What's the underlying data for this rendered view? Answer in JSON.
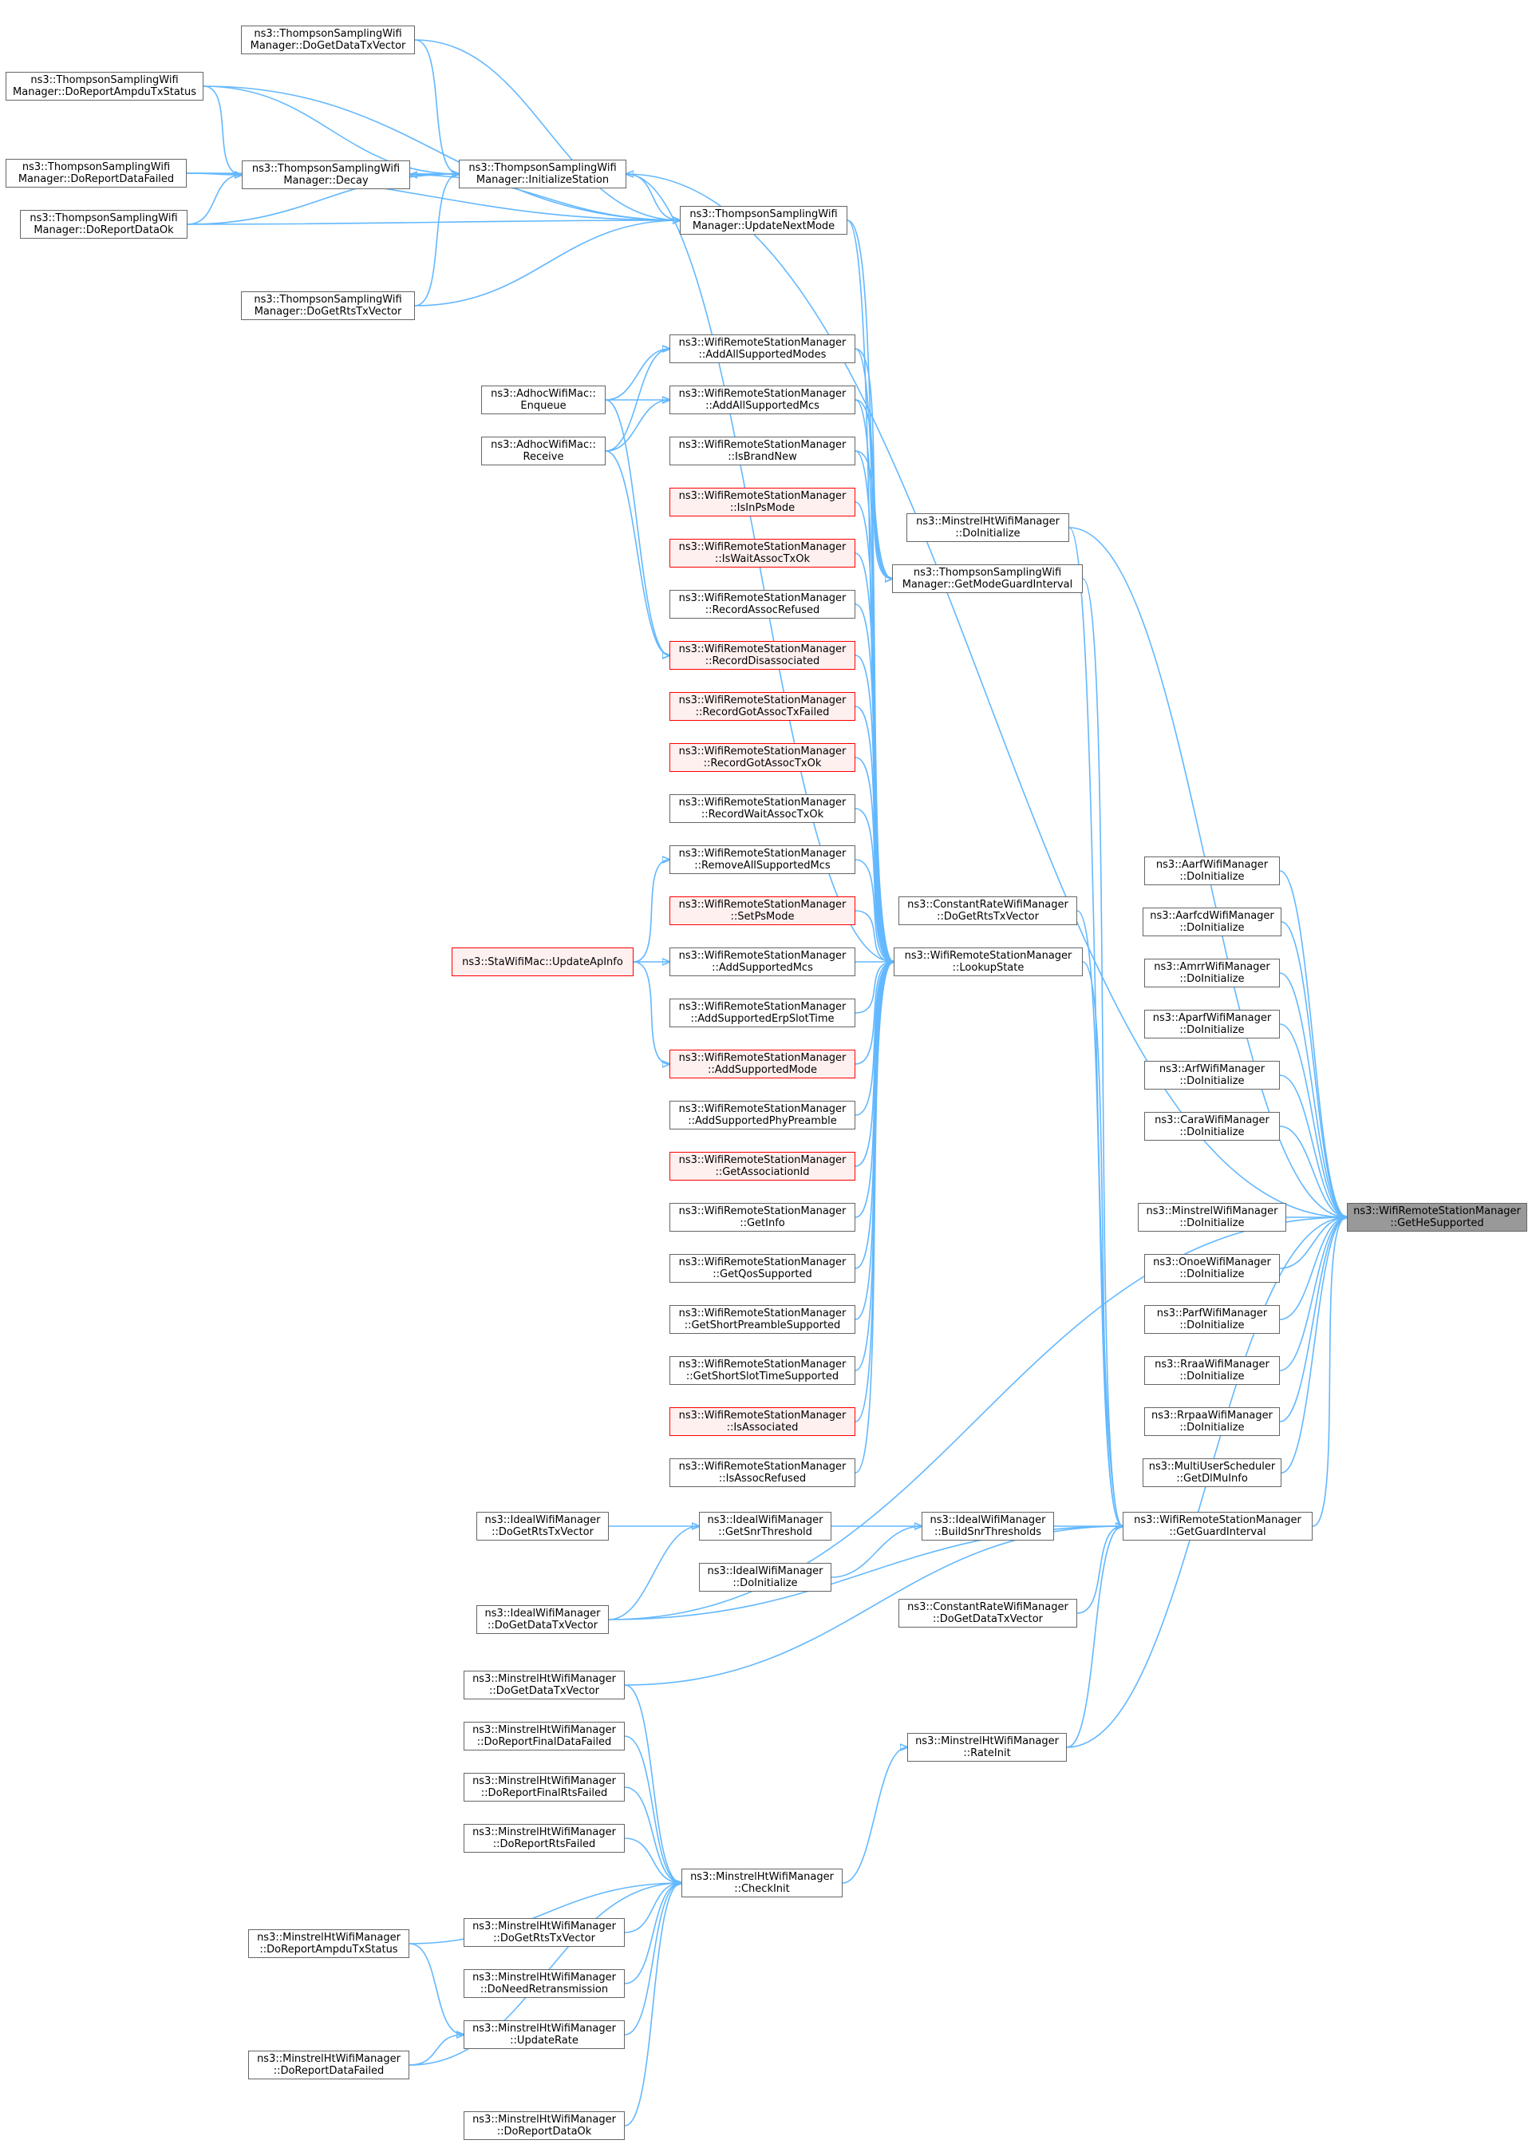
{
  "colors": {
    "edge": "#63b8ff",
    "node_border": "#666666",
    "highlight_border": "#ff0000",
    "highlight_fill": "#fff0f0",
    "root_fill": "#999999"
  },
  "nodes": [
    {
      "id": "tsDoGetDataTx",
      "l1": "ns3::ThompsonSamplingWifi",
      "l2": "Manager::DoGetDataTxVector",
      "style": "normal"
    },
    {
      "id": "tsAmpdu",
      "l1": "ns3::ThompsonSamplingWifi",
      "l2": "Manager::DoReportAmpduTxStatus",
      "style": "normal"
    },
    {
      "id": "tsDataFailed",
      "l1": "ns3::ThompsonSamplingWifi",
      "l2": "Manager::DoReportDataFailed",
      "style": "normal"
    },
    {
      "id": "tsDecay",
      "l1": "ns3::ThompsonSamplingWifi",
      "l2": "Manager::Decay",
      "style": "normal"
    },
    {
      "id": "tsInit",
      "l1": "ns3::ThompsonSamplingWifi",
      "l2": "Manager::InitializeStation",
      "style": "normal"
    },
    {
      "id": "tsDataOk",
      "l1": "ns3::ThompsonSamplingWifi",
      "l2": "Manager::DoReportDataOk",
      "style": "normal"
    },
    {
      "id": "tsUpdate",
      "l1": "ns3::ThompsonSamplingWifi",
      "l2": "Manager::UpdateNextMode",
      "style": "normal"
    },
    {
      "id": "tsRts",
      "l1": "ns3::ThompsonSamplingWifi",
      "l2": "Manager::DoGetRtsTxVector",
      "style": "normal"
    },
    {
      "id": "adEnqueue",
      "l1": "ns3::AdhocWifiMac::",
      "l2": "Enqueue",
      "style": "normal"
    },
    {
      "id": "adReceive",
      "l1": "ns3::AdhocWifiMac::",
      "l2": "Receive",
      "style": "normal"
    },
    {
      "id": "addAllModes",
      "l1": "ns3::WifiRemoteStationManager",
      "l2": "::AddAllSupportedModes",
      "style": "normal"
    },
    {
      "id": "addAllMcs",
      "l1": "ns3::WifiRemoteStationManager",
      "l2": "::AddAllSupportedMcs",
      "style": "normal"
    },
    {
      "id": "isBrandNew",
      "l1": "ns3::WifiRemoteStationManager",
      "l2": "::IsBrandNew",
      "style": "normal"
    },
    {
      "id": "isInPs",
      "l1": "ns3::WifiRemoteStationManager",
      "l2": "::IsInPsMode",
      "style": "red"
    },
    {
      "id": "isWait",
      "l1": "ns3::WifiRemoteStationManager",
      "l2": "::IsWaitAssocTxOk",
      "style": "red"
    },
    {
      "id": "recRefused",
      "l1": "ns3::WifiRemoteStationManager",
      "l2": "::RecordAssocRefused",
      "style": "normal"
    },
    {
      "id": "recDisassoc",
      "l1": "ns3::WifiRemoteStationManager",
      "l2": "::RecordDisassociated",
      "style": "red"
    },
    {
      "id": "recFailed",
      "l1": "ns3::WifiRemoteStationManager",
      "l2": "::RecordGotAssocTxFailed",
      "style": "red"
    },
    {
      "id": "recOk",
      "l1": "ns3::WifiRemoteStationManager",
      "l2": "::RecordGotAssocTxOk",
      "style": "red"
    },
    {
      "id": "recWait",
      "l1": "ns3::WifiRemoteStationManager",
      "l2": "::RecordWaitAssocTxOk",
      "style": "normal"
    },
    {
      "id": "removeAll",
      "l1": "ns3::WifiRemoteStationManager",
      "l2": "::RemoveAllSupportedMcs",
      "style": "normal"
    },
    {
      "id": "setPs",
      "l1": "ns3::WifiRemoteStationManager",
      "l2": "::SetPsMode",
      "style": "red"
    },
    {
      "id": "addMcs",
      "l1": "ns3::WifiRemoteStationManager",
      "l2": "::AddSupportedMcs",
      "style": "normal"
    },
    {
      "id": "addErp",
      "l1": "ns3::WifiRemoteStationManager",
      "l2": "::AddSupportedErpSlotTime",
      "style": "normal"
    },
    {
      "id": "addMode",
      "l1": "ns3::WifiRemoteStationManager",
      "l2": "::AddSupportedMode",
      "style": "red"
    },
    {
      "id": "addPhy",
      "l1": "ns3::WifiRemoteStationManager",
      "l2": "::AddSupportedPhyPreamble",
      "style": "normal"
    },
    {
      "id": "getAssocId",
      "l1": "ns3::WifiRemoteStationManager",
      "l2": "::GetAssociationId",
      "style": "red"
    },
    {
      "id": "getInfo",
      "l1": "ns3::WifiRemoteStationManager",
      "l2": "::GetInfo",
      "style": "normal"
    },
    {
      "id": "getQos",
      "l1": "ns3::WifiRemoteStationManager",
      "l2": "::GetQosSupported",
      "style": "normal"
    },
    {
      "id": "getShortPre",
      "l1": "ns3::WifiRemoteStationManager",
      "l2": "::GetShortPreambleSupported",
      "style": "normal"
    },
    {
      "id": "getShortSlot",
      "l1": "ns3::WifiRemoteStationManager",
      "l2": "::GetShortSlotTimeSupported",
      "style": "normal"
    },
    {
      "id": "isAssoc",
      "l1": "ns3::WifiRemoteStationManager",
      "l2": "::IsAssociated",
      "style": "red"
    },
    {
      "id": "isAssocRef",
      "l1": "ns3::WifiRemoteStationManager",
      "l2": "::IsAssocRefused",
      "style": "normal"
    },
    {
      "id": "staUpdate",
      "l1": "ns3::StaWifiMac::UpdateApInfo",
      "l2": "",
      "style": "red"
    },
    {
      "id": "lookup",
      "l1": "ns3::WifiRemoteStationManager",
      "l2": "::LookupState",
      "style": "normal"
    },
    {
      "id": "mhtInit",
      "l1": "ns3::MinstrelHtWifiManager",
      "l2": "::DoInitialize",
      "style": "normal"
    },
    {
      "id": "tsGuard",
      "l1": "ns3::ThompsonSamplingWifi",
      "l2": "Manager::GetModeGuardInterval",
      "style": "normal"
    },
    {
      "id": "crRts",
      "l1": "ns3::ConstantRateWifiManager",
      "l2": "::DoGetRtsTxVector",
      "style": "normal"
    },
    {
      "id": "aarfInit",
      "l1": "ns3::AarfWifiManager",
      "l2": "::DoInitialize",
      "style": "normal"
    },
    {
      "id": "aarfcdInit",
      "l1": "ns3::AarfcdWifiManager",
      "l2": "::DoInitialize",
      "style": "normal"
    },
    {
      "id": "amrrInit",
      "l1": "ns3::AmrrWifiManager",
      "l2": "::DoInitialize",
      "style": "normal"
    },
    {
      "id": "aparfInit",
      "l1": "ns3::AparfWifiManager",
      "l2": "::DoInitialize",
      "style": "normal"
    },
    {
      "id": "arfInit",
      "l1": "ns3::ArfWifiManager",
      "l2": "::DoInitialize",
      "style": "normal"
    },
    {
      "id": "caraInit",
      "l1": "ns3::CaraWifiManager",
      "l2": "::DoInitialize",
      "style": "normal"
    },
    {
      "id": "minstrelInit",
      "l1": "ns3::MinstrelWifiManager",
      "l2": "::DoInitialize",
      "style": "normal"
    },
    {
      "id": "onoeInit",
      "l1": "ns3::OnoeWifiManager",
      "l2": "::DoInitialize",
      "style": "normal"
    },
    {
      "id": "parfInit",
      "l1": "ns3::ParfWifiManager",
      "l2": "::DoInitialize",
      "style": "normal"
    },
    {
      "id": "rraaInit",
      "l1": "ns3::RraaWifiManager",
      "l2": "::DoInitialize",
      "style": "normal"
    },
    {
      "id": "rrpaaInit",
      "l1": "ns3::RrpaaWifiManager",
      "l2": "::DoInitialize",
      "style": "normal"
    },
    {
      "id": "muDl",
      "l1": "ns3::MultiUserScheduler",
      "l2": "::GetDlMuInfo",
      "style": "normal"
    },
    {
      "id": "root",
      "l1": "ns3::WifiRemoteStationManager",
      "l2": "::GetHeSupported",
      "style": "root"
    },
    {
      "id": "getGuard",
      "l1": "ns3::WifiRemoteStationManager",
      "l2": "::GetGuardInterval",
      "style": "normal"
    },
    {
      "id": "idealRts",
      "l1": "ns3::IdealWifiManager",
      "l2": "::DoGetRtsTxVector",
      "style": "normal"
    },
    {
      "id": "idealSnr",
      "l1": "ns3::IdealWifiManager",
      "l2": "::GetSnrThreshold",
      "style": "normal"
    },
    {
      "id": "idealBuild",
      "l1": "ns3::IdealWifiManager",
      "l2": "::BuildSnrThresholds",
      "style": "normal"
    },
    {
      "id": "idealInit",
      "l1": "ns3::IdealWifiManager",
      "l2": "::DoInitialize",
      "style": "normal"
    },
    {
      "id": "idealData",
      "l1": "ns3::IdealWifiManager",
      "l2": "::DoGetDataTxVector",
      "style": "normal"
    },
    {
      "id": "crData",
      "l1": "ns3::ConstantRateWifiManager",
      "l2": "::DoGetDataTxVector",
      "style": "normal"
    },
    {
      "id": "mhtData",
      "l1": "ns3::MinstrelHtWifiManager",
      "l2": "::DoGetDataTxVector",
      "style": "normal"
    },
    {
      "id": "mhtRateInit",
      "l1": "ns3::MinstrelHtWifiManager",
      "l2": "::RateInit",
      "style": "normal"
    },
    {
      "id": "mhtFinalData",
      "l1": "ns3::MinstrelHtWifiManager",
      "l2": "::DoReportFinalDataFailed",
      "style": "normal"
    },
    {
      "id": "mhtFinalRts",
      "l1": "ns3::MinstrelHtWifiManager",
      "l2": "::DoReportFinalRtsFailed",
      "style": "normal"
    },
    {
      "id": "mhtRtsFailed",
      "l1": "ns3::MinstrelHtWifiManager",
      "l2": "::DoReportRtsFailed",
      "style": "normal"
    },
    {
      "id": "mhtCheck",
      "l1": "ns3::MinstrelHtWifiManager",
      "l2": "::CheckInit",
      "style": "normal"
    },
    {
      "id": "mhtAmpdu",
      "l1": "ns3::MinstrelHtWifiManager",
      "l2": "::DoReportAmpduTxStatus",
      "style": "normal"
    },
    {
      "id": "mhtRts",
      "l1": "ns3::MinstrelHtWifiManager",
      "l2": "::DoGetRtsTxVector",
      "style": "normal"
    },
    {
      "id": "mhtRetrans",
      "l1": "ns3::MinstrelHtWifiManager",
      "l2": "::DoNeedRetransmission",
      "style": "normal"
    },
    {
      "id": "mhtUpdate",
      "l1": "ns3::MinstrelHtWifiManager",
      "l2": "::UpdateRate",
      "style": "normal"
    },
    {
      "id": "mhtDataFailed",
      "l1": "ns3::MinstrelHtWifiManager",
      "l2": "::DoReportDataFailed",
      "style": "normal"
    },
    {
      "id": "mhtDataOk",
      "l1": "ns3::MinstrelHtWifiManager",
      "l2": "::DoReportDataOk",
      "style": "normal"
    }
  ],
  "edges": [
    [
      "tsDoGetDataTx",
      "tsInit"
    ],
    [
      "tsAmpdu",
      "tsInit"
    ],
    [
      "tsDataFailed",
      "tsInit"
    ],
    [
      "tsDataOk",
      "tsInit"
    ],
    [
      "tsRts",
      "tsInit"
    ],
    [
      "tsDecay",
      "tsInit"
    ],
    [
      "tsUpdate",
      "tsInit"
    ],
    [
      "tsDataFailed",
      "tsDecay"
    ],
    [
      "tsAmpdu",
      "tsDecay"
    ],
    [
      "tsDataOk",
      "tsDecay"
    ],
    [
      "tsUpdate",
      "tsDecay"
    ],
    [
      "tsDoGetDataTx",
      "tsUpdate"
    ],
    [
      "tsAmpdu",
      "tsUpdate"
    ],
    [
      "tsDataFailed",
      "tsUpdate"
    ],
    [
      "tsDataOk",
      "tsUpdate"
    ],
    [
      "tsRts",
      "tsUpdate"
    ],
    [
      "tsUpdate",
      "tsGuard"
    ],
    [
      "tsInit",
      "root"
    ],
    [
      "adEnqueue",
      "addAllModes"
    ],
    [
      "adReceive",
      "addAllModes"
    ],
    [
      "adEnqueue",
      "addAllMcs"
    ],
    [
      "adReceive",
      "addAllMcs"
    ],
    [
      "adEnqueue",
      "recDisassoc"
    ],
    [
      "adReceive",
      "recDisassoc"
    ],
    [
      "addAllModes",
      "lookup"
    ],
    [
      "addAllMcs",
      "lookup"
    ],
    [
      "isBrandNew",
      "lookup"
    ],
    [
      "isInPs",
      "lookup"
    ],
    [
      "isWait",
      "lookup"
    ],
    [
      "recRefused",
      "lookup"
    ],
    [
      "recDisassoc",
      "lookup"
    ],
    [
      "recFailed",
      "lookup"
    ],
    [
      "recOk",
      "lookup"
    ],
    [
      "recWait",
      "lookup"
    ],
    [
      "removeAll",
      "lookup"
    ],
    [
      "setPs",
      "lookup"
    ],
    [
      "addMcs",
      "lookup"
    ],
    [
      "addErp",
      "lookup"
    ],
    [
      "addMode",
      "lookup"
    ],
    [
      "addPhy",
      "lookup"
    ],
    [
      "getAssocId",
      "lookup"
    ],
    [
      "getInfo",
      "lookup"
    ],
    [
      "getQos",
      "lookup"
    ],
    [
      "getShortPre",
      "lookup"
    ],
    [
      "getShortSlot",
      "lookup"
    ],
    [
      "isAssoc",
      "lookup"
    ],
    [
      "isAssocRef",
      "lookup"
    ],
    [
      "tsUpdate",
      "lookup"
    ],
    [
      "tsInit",
      "lookup"
    ],
    [
      "staUpdate",
      "removeAll"
    ],
    [
      "staUpdate",
      "addMcs"
    ],
    [
      "staUpdate",
      "addMode"
    ],
    [
      "addAllModes",
      "tsGuard"
    ],
    [
      "addAllMcs",
      "tsGuard"
    ],
    [
      "isBrandNew",
      "tsGuard"
    ],
    [
      "lookup",
      "getGuard"
    ],
    [
      "mhtInit",
      "getGuard"
    ],
    [
      "tsGuard",
      "getGuard"
    ],
    [
      "crRts",
      "getGuard"
    ],
    [
      "aarfInit",
      "root"
    ],
    [
      "aarfcdInit",
      "root"
    ],
    [
      "amrrInit",
      "root"
    ],
    [
      "aparfInit",
      "root"
    ],
    [
      "arfInit",
      "root"
    ],
    [
      "caraInit",
      "root"
    ],
    [
      "minstrelInit",
      "root"
    ],
    [
      "onoeInit",
      "root"
    ],
    [
      "parfInit",
      "root"
    ],
    [
      "rraaInit",
      "root"
    ],
    [
      "rrpaaInit",
      "root"
    ],
    [
      "muDl",
      "root"
    ],
    [
      "getGuard",
      "root"
    ],
    [
      "idealData",
      "root"
    ],
    [
      "mhtRateInit",
      "root"
    ],
    [
      "mhtInit",
      "root"
    ],
    [
      "idealRts",
      "idealSnr"
    ],
    [
      "idealData",
      "idealSnr"
    ],
    [
      "idealSnr",
      "idealBuild"
    ],
    [
      "idealInit",
      "idealBuild"
    ],
    [
      "idealBuild",
      "getGuard"
    ],
    [
      "idealData",
      "getGuard"
    ],
    [
      "crData",
      "getGuard"
    ],
    [
      "mhtData",
      "getGuard"
    ],
    [
      "mhtRateInit",
      "getGuard"
    ],
    [
      "mhtCheck",
      "mhtRateInit"
    ],
    [
      "mhtData",
      "mhtCheck"
    ],
    [
      "mhtFinalData",
      "mhtCheck"
    ],
    [
      "mhtFinalRts",
      "mhtCheck"
    ],
    [
      "mhtRtsFailed",
      "mhtCheck"
    ],
    [
      "mhtAmpdu",
      "mhtCheck"
    ],
    [
      "mhtRts",
      "mhtCheck"
    ],
    [
      "mhtRetrans",
      "mhtCheck"
    ],
    [
      "mhtUpdate",
      "mhtCheck"
    ],
    [
      "mhtDataFailed",
      "mhtCheck"
    ],
    [
      "mhtDataOk",
      "mhtCheck"
    ],
    [
      "mhtAmpdu",
      "mhtUpdate"
    ],
    [
      "mhtDataFailed",
      "mhtUpdate"
    ]
  ]
}
